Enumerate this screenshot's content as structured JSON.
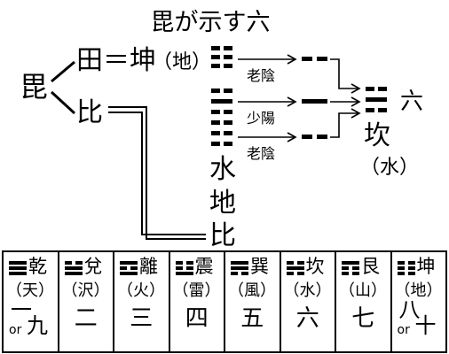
{
  "title": "毘が示す六",
  "root": "毘",
  "top_branch": {
    "text": "田＝坤",
    "paren": "（地）"
  },
  "bottom_branch": "比",
  "hexagram_name": [
    "水",
    "地",
    "比"
  ],
  "labels": {
    "old_yin_1": "老陰",
    "young_yang": "少陽",
    "old_yin_2": "老陰"
  },
  "result": {
    "trigram": "坎",
    "element": "（水）",
    "number": "六"
  },
  "table": [
    {
      "name": "乾",
      "element": "（天）",
      "number_a": "一",
      "or": "or",
      "number_b": "九",
      "lines": [
        1,
        1,
        1
      ]
    },
    {
      "name": "兌",
      "element": "（沢）",
      "number": "二",
      "lines": [
        0,
        1,
        1
      ]
    },
    {
      "name": "離",
      "element": "（火）",
      "number": "三",
      "lines": [
        1,
        0,
        1
      ]
    },
    {
      "name": "震",
      "element": "（雷）",
      "number": "四",
      "lines": [
        0,
        0,
        1
      ]
    },
    {
      "name": "巽",
      "element": "（風）",
      "number": "五",
      "lines": [
        1,
        1,
        0
      ]
    },
    {
      "name": "坎",
      "element": "（水）",
      "number": "六",
      "lines": [
        0,
        1,
        0
      ]
    },
    {
      "name": "艮",
      "element": "（山）",
      "number": "七",
      "lines": [
        1,
        0,
        0
      ]
    },
    {
      "name": "坤",
      "element": "（地）",
      "number_a": "八",
      "or": "or",
      "number_b": "十",
      "lines": [
        0,
        0,
        0
      ]
    }
  ]
}
